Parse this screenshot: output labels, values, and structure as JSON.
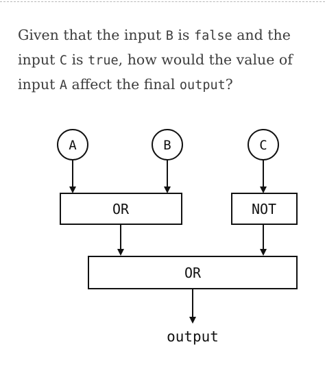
{
  "question": {
    "part1": "Given that the input ",
    "var_b": "B",
    "part2": " is ",
    "val_false": "false",
    "part3": " and the input ",
    "var_c": "C",
    "part4": " is ",
    "val_true": "true",
    "part5": ", how would the value of input ",
    "var_a": "A",
    "part6": " affect the final ",
    "var_output": "output",
    "part7": "?"
  },
  "diagram": {
    "inputs": {
      "a": "A",
      "b": "B",
      "c": "C"
    },
    "gates": {
      "or1": "OR",
      "not": "NOT",
      "or2": "OR"
    },
    "output_label": "output"
  }
}
